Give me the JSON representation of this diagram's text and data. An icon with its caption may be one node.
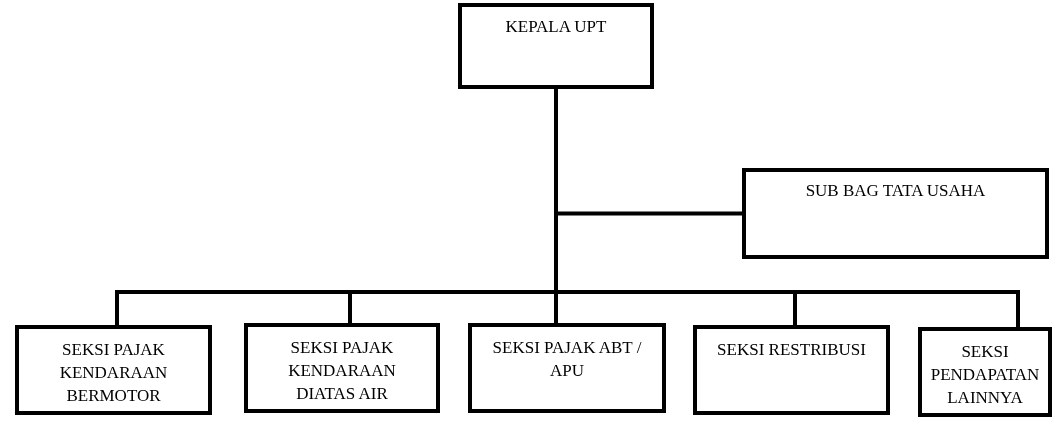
{
  "diagram": {
    "nodes": [
      {
        "text": [
          "KEPALA UPT"
        ]
      },
      {
        "text": [
          "SUB BAG TATA USAHA"
        ]
      },
      {
        "text": [
          "SEKSI PAJAK KENDARAAN BERMOTOR"
        ]
      },
      {
        "text": [
          "SEKSI PAJAK KENDARAAN DIATAS AIR"
        ]
      },
      {
        "text": [
          "SEKSI PAJAK ABT / APU"
        ]
      },
      {
        "text": [
          "SEKSI RESTRIBUSI"
        ]
      },
      {
        "text": [
          "SEKSI PENDAPATAN LAINNYA"
        ]
      }
    ],
    "edges": [
      {
        "from": 0,
        "to": 1,
        "arrow": "none"
      },
      {
        "from": 0,
        "to": 2,
        "arrow": "none"
      },
      {
        "from": 0,
        "to": 3,
        "arrow": "none"
      },
      {
        "from": 0,
        "to": 4,
        "arrow": "none"
      },
      {
        "from": 0,
        "to": 5,
        "arrow": "none"
      },
      {
        "from": 0,
        "to": 6,
        "arrow": "none"
      }
    ]
  }
}
